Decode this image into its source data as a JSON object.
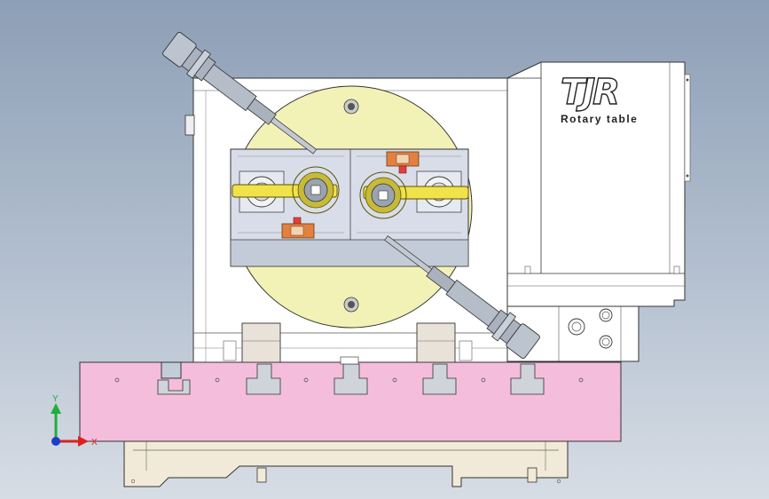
{
  "viewport": {
    "background_top": "#8d9fb6",
    "background_bottom": "#d7dde5"
  },
  "model": {
    "brand_logo": "TJR",
    "brand_subtitle": "Rotary table",
    "colors": {
      "fixture_plate": "#f5bddc",
      "rotary_face": "#f3f2b6",
      "base_frame": "#f2ead8",
      "fixture_block": "#d8dde9",
      "clamp_arm": "#f0e24a",
      "accent_orange": "#e2813f",
      "accent_red": "#e0403a",
      "spindle": "#bcc4cf"
    }
  },
  "triad": {
    "x_label": "X",
    "y_label": "Y",
    "x_color": "#e0201c",
    "y_color": "#1fae3b",
    "z_color": "#1f3cc8"
  }
}
